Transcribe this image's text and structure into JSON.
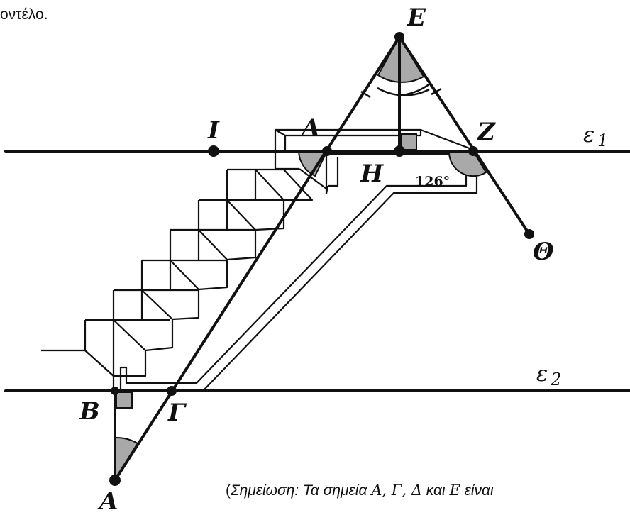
{
  "caption_top": "οντέλο.",
  "caption_bottom": {
    "open_paren": "(",
    "note_prefix": "Σημείωση: Τα σημεία ",
    "points_math": "A, Γ, Δ",
    "conj": " και ",
    "point_e": "E",
    "note_suffix": " είναι"
  },
  "lines": {
    "e1": "ε",
    "e1_sub": "1",
    "e2": "ε",
    "e2_sub": "2"
  },
  "points": {
    "A": "A",
    "B": "B",
    "G": "Γ",
    "D": "Δ",
    "E": "E",
    "Z": "Z",
    "H": "H",
    "I": "I",
    "Th": "Θ"
  },
  "angle_label": "126°",
  "colors": {
    "ink": "#111111",
    "angle_fill": "#a9a9a9"
  }
}
